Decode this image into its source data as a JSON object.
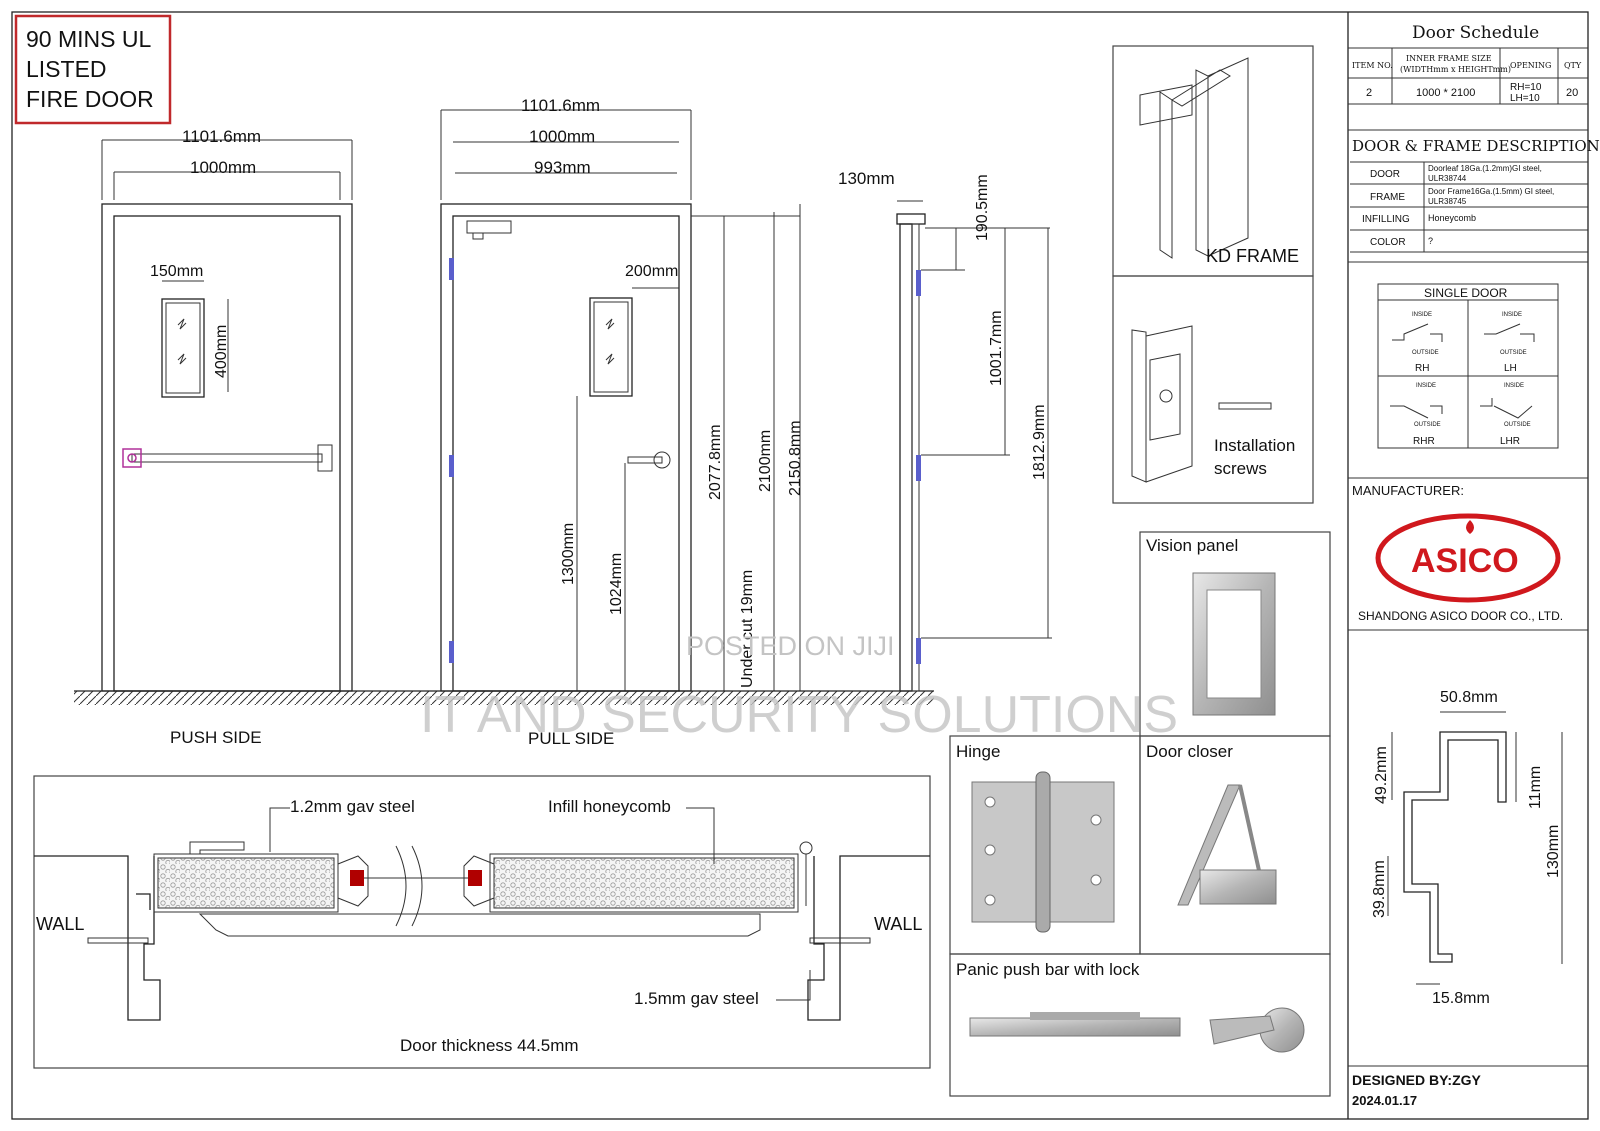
{
  "title_box": {
    "line1": "90 MINS UL",
    "line2": "LISTED",
    "line3": "FIRE DOOR"
  },
  "push_side": {
    "label": "PUSH SIDE",
    "overall_width": "1101.6mm",
    "leaf_width": "1000mm",
    "vision_width": "150mm",
    "vision_height": "400mm"
  },
  "pull_side": {
    "label": "PULL SIDE",
    "overall_width": "1101.6mm",
    "frame_inner_width": "1000mm",
    "leaf_width": "993mm",
    "vision_offset": "200mm",
    "vision_bottom_height": "1300mm",
    "handle_height": "1024mm",
    "leaf_height": "2077.8mm",
    "frame_inner_height": "2100mm",
    "overall_height": "2150.8mm",
    "undercut": "Under cut 19mm"
  },
  "side_view": {
    "depth": "130mm",
    "hinge_top": "190.5mm",
    "hinge_mid": "1001.7mm",
    "hinge_bottom": "1812.9mm"
  },
  "kd_frame": {
    "label": "KD FRAME",
    "screws_line1": "Installation",
    "screws_line2": "screws"
  },
  "schedule": {
    "title": "Door Schedule",
    "headers": [
      "ITEM NO.",
      "INNER FRAME SIZE",
      "(WIDTHmm x HEIGHTmm)",
      "OPENING",
      "QTY"
    ],
    "row": {
      "item": "2",
      "size": "1000 * 2100",
      "opening1": "RH=10",
      "opening2": "LH=10",
      "qty": "20"
    }
  },
  "description": {
    "title": "DOOR & FRAME DESCRIPTION",
    "rows": [
      {
        "k": "DOOR",
        "v1": "Doorleaf 18Ga.(1.2mm)GI steel,",
        "v2": "ULR38744"
      },
      {
        "k": "FRAME",
        "v1": "Door Frame16Ga.(1.5mm) GI steel,",
        "v2": "ULR38745"
      },
      {
        "k": "INFILLING",
        "v1": "Honeycomb",
        "v2": ""
      },
      {
        "k": "COLOR",
        "v1": "?",
        "v2": ""
      }
    ]
  },
  "single_door": {
    "title": "SINGLE DOOR",
    "inside": "INSIDE",
    "outside": "OUTSIDE",
    "types": [
      "RH",
      "LH",
      "RHR",
      "LHR"
    ]
  },
  "manufacturer": {
    "label": "MANUFACTURER:",
    "logo_text": "ASICO",
    "company": "SHANDONG ASICO DOOR CO., LTD."
  },
  "profile": {
    "top": "50.8mm",
    "return": "49.2mm",
    "rebate": "11mm",
    "depth": "130mm",
    "stop": "39.8mm",
    "bottom": "15.8mm"
  },
  "designer": {
    "by": "DESIGNED BY:ZGY",
    "date": "2024.01.17"
  },
  "section": {
    "gav_top": "1.2mm gav steel",
    "infill": "Infill honeycomb",
    "gav_bottom": "1.5mm gav steel",
    "wall_left": "WALL",
    "wall_right": "WALL",
    "thickness": "Door thickness 44.5mm"
  },
  "panels": {
    "vision": "Vision panel",
    "hinge": "Hinge",
    "closer": "Door closer",
    "panic": "Panic push bar with lock"
  },
  "watermark": {
    "line1": "POSTED ON JIJI",
    "line2": "IT AND SECURITY SOLUTIONS"
  },
  "colors": {
    "frame_red": "#c0292b",
    "logo_red": "#d0181d",
    "hinge_steel": "#c8c8c8",
    "accent_red": "#b00000"
  }
}
